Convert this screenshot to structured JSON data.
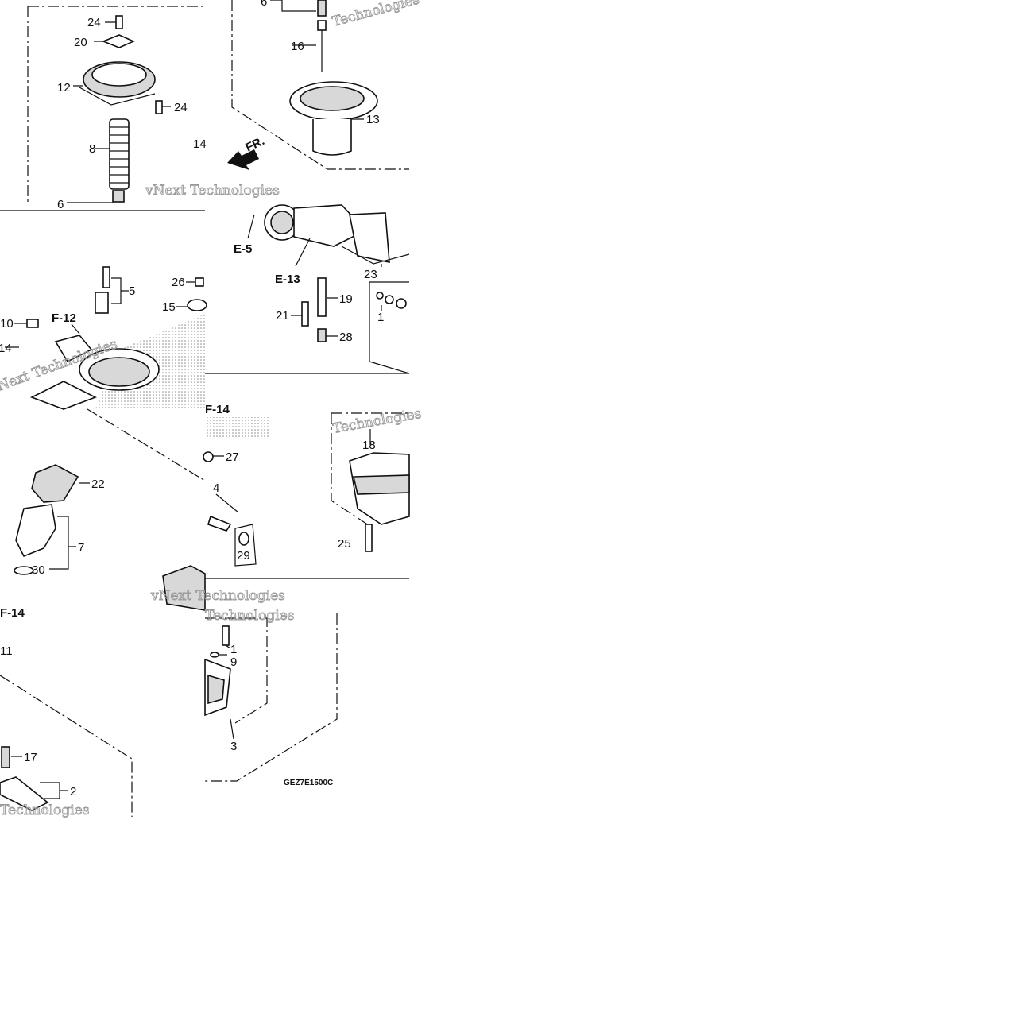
{
  "callouts": [
    "1",
    "2",
    "3",
    "4",
    "5",
    "6",
    "7",
    "8",
    "9",
    "10",
    "11",
    "12",
    "13",
    "14",
    "15",
    "16",
    "17",
    "18",
    "19",
    "20",
    "21",
    "22",
    "23",
    "24",
    "25",
    "26",
    "27",
    "28",
    "29",
    "30"
  ],
  "references": [
    "E-5",
    "E-13",
    "F-12",
    "F-14"
  ],
  "direction_label": "FR.",
  "diagram_code": "GEZ7E1500C",
  "watermark": [
    "vNext Technologies",
    "Technologies",
    "vNext"
  ]
}
